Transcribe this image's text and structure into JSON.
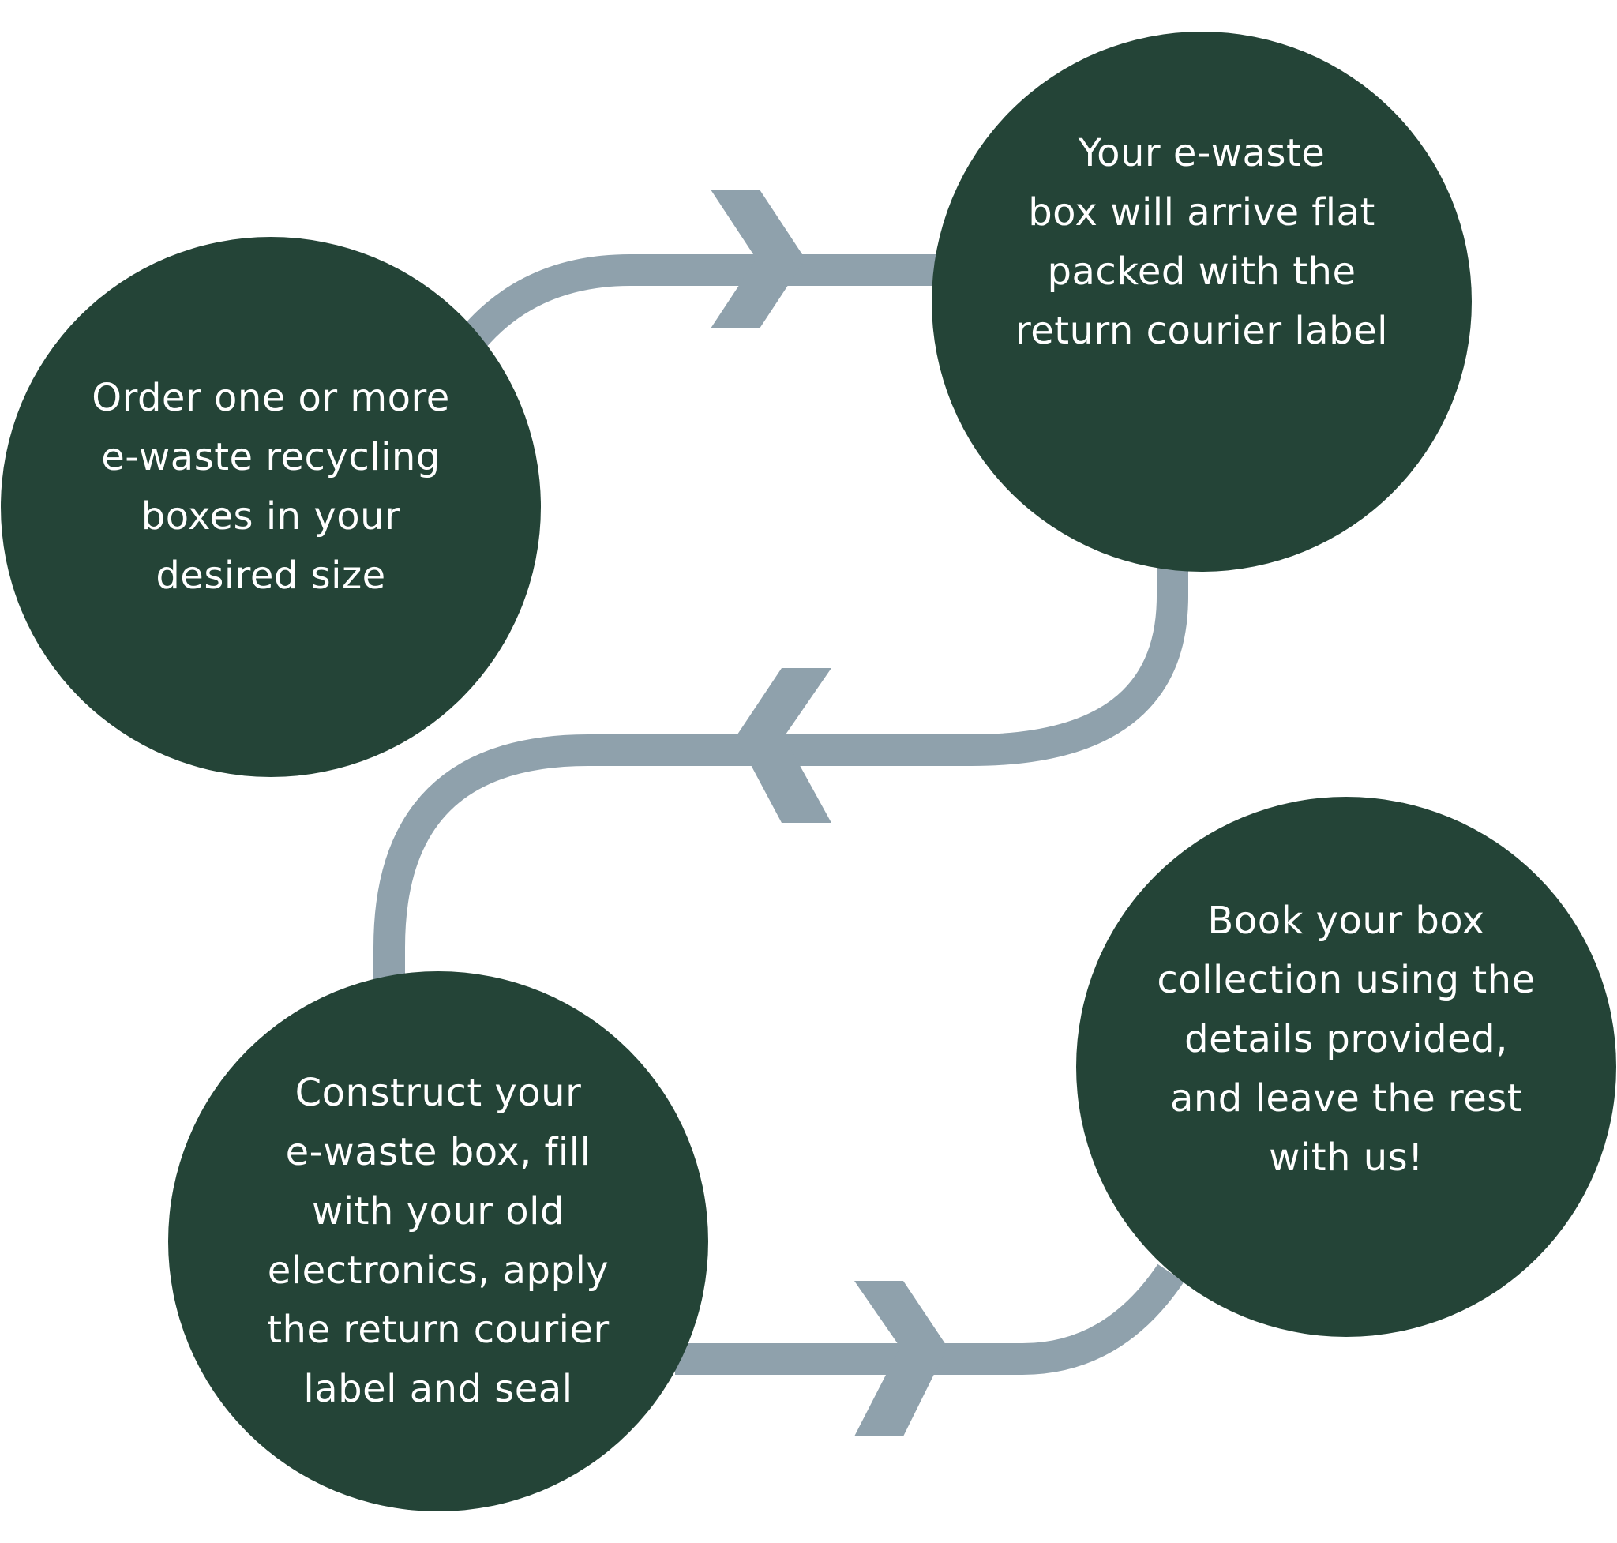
{
  "colors": {
    "circle_fill": "#244437",
    "connector": "#8fa1ac",
    "text": "#ffffff",
    "background": "#ffffff"
  },
  "steps": [
    {
      "text": "Order one or more\ne-waste recycling\nboxes in your\ndesired size"
    },
    {
      "text": "Your e-waste\nbox will arrive flat\npacked with the\nreturn courier label"
    },
    {
      "text": "Construct your\ne-waste box, fill\nwith your old\nelectronics, apply\nthe return courier\nlabel and seal"
    },
    {
      "text": "Book your box\ncollection using the\ndetails provided,\nand leave the rest\nwith us!"
    }
  ],
  "arrows": [
    {
      "icon": "chevron-right-icon"
    },
    {
      "icon": "chevron-left-icon"
    },
    {
      "icon": "chevron-right-icon"
    }
  ]
}
